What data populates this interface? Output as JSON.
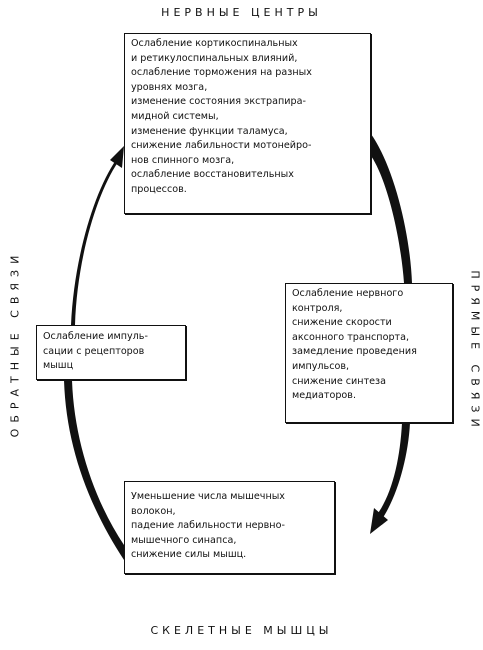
{
  "headings": {
    "top": "НЕРВНЫЕ ЦЕНТРЫ",
    "bottom": "СКЕЛЕТНЫЕ МЫШЦЫ",
    "left": "ОБРАТНЫЕ СВЯЗИ",
    "right": "ПРЯМЫЕ СВЯЗИ"
  },
  "boxes": {
    "centers": [
      "Ослабление кортикоспинальных",
      "и ретикулоспинальных влияний,",
      "ослабление торможения на разных",
      "уровнях мозга,",
      "изменение состояния экстрапира-",
      "мидной системы,",
      "изменение функции таламуса,",
      "снижение лабильности мотонейро-",
      "нов спинного мозга,",
      "ослабление восстановительных",
      "процессов."
    ],
    "direct": [
      "Ослабление нервного",
      "контроля,",
      "снижение скорости",
      "аксонного транспорта,",
      "замедление проведения",
      "импульсов,",
      "снижение синтеза",
      "медиаторов."
    ],
    "feedback": [
      "Ослабление импуль-",
      "сации с рецепторов",
      "мышц"
    ],
    "muscles": [
      "Уменьшение числа мышечных",
      "волокон,",
      "падение лабильности нервно-",
      "мышечного синапса,",
      "снижение силы мышц."
    ]
  },
  "colors": {
    "ink": "#111111",
    "background": "#ffffff"
  }
}
